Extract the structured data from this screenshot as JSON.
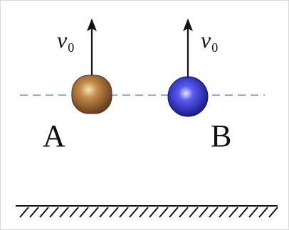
{
  "ball_a": {
    "name": "A",
    "color": "#8a5a2e",
    "velocity": {
      "symbol": "v",
      "subscript": "0"
    }
  },
  "ball_b": {
    "name": "B",
    "color": "#2b2ed0",
    "velocity": {
      "symbol": "v",
      "subscript": "0"
    }
  },
  "reference_line": {
    "color": "#7fb7d6",
    "style": "dashed"
  },
  "ground": {
    "style": "hatched"
  }
}
